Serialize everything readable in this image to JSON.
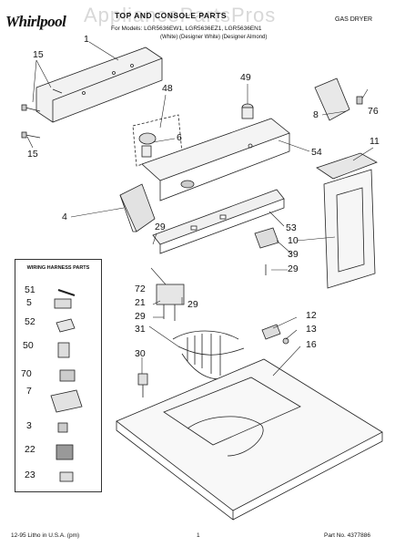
{
  "header": {
    "brand": "Whirlpool",
    "watermark": "AppliancePartsPros",
    "section_title": "TOP AND CONSOLE PARTS",
    "model_line": "For Models: LGR5636EW1, LGR5636EZ1, LGR5636EN1",
    "color_line": "(White)  (Designer White)  (Designer Almond)",
    "product": "GAS DRYER"
  },
  "callouts": [
    "1",
    "15",
    "15",
    "48",
    "6",
    "8",
    "49",
    "76",
    "11",
    "54",
    "4",
    "29",
    "53",
    "10",
    "39",
    "29",
    "72",
    "21",
    "29",
    "29",
    "31",
    "12",
    "13",
    "16",
    "30"
  ],
  "wiring_harness": {
    "title": "WIRING HARNESS PARTS",
    "items": [
      "51",
      "5",
      "52",
      "50",
      "70",
      "7",
      "3",
      "22",
      "23"
    ]
  },
  "footer": {
    "print_line": "12-95 Litho in U.S.A. (pm)",
    "page": "1",
    "part_number": "Part No. 4377886"
  }
}
